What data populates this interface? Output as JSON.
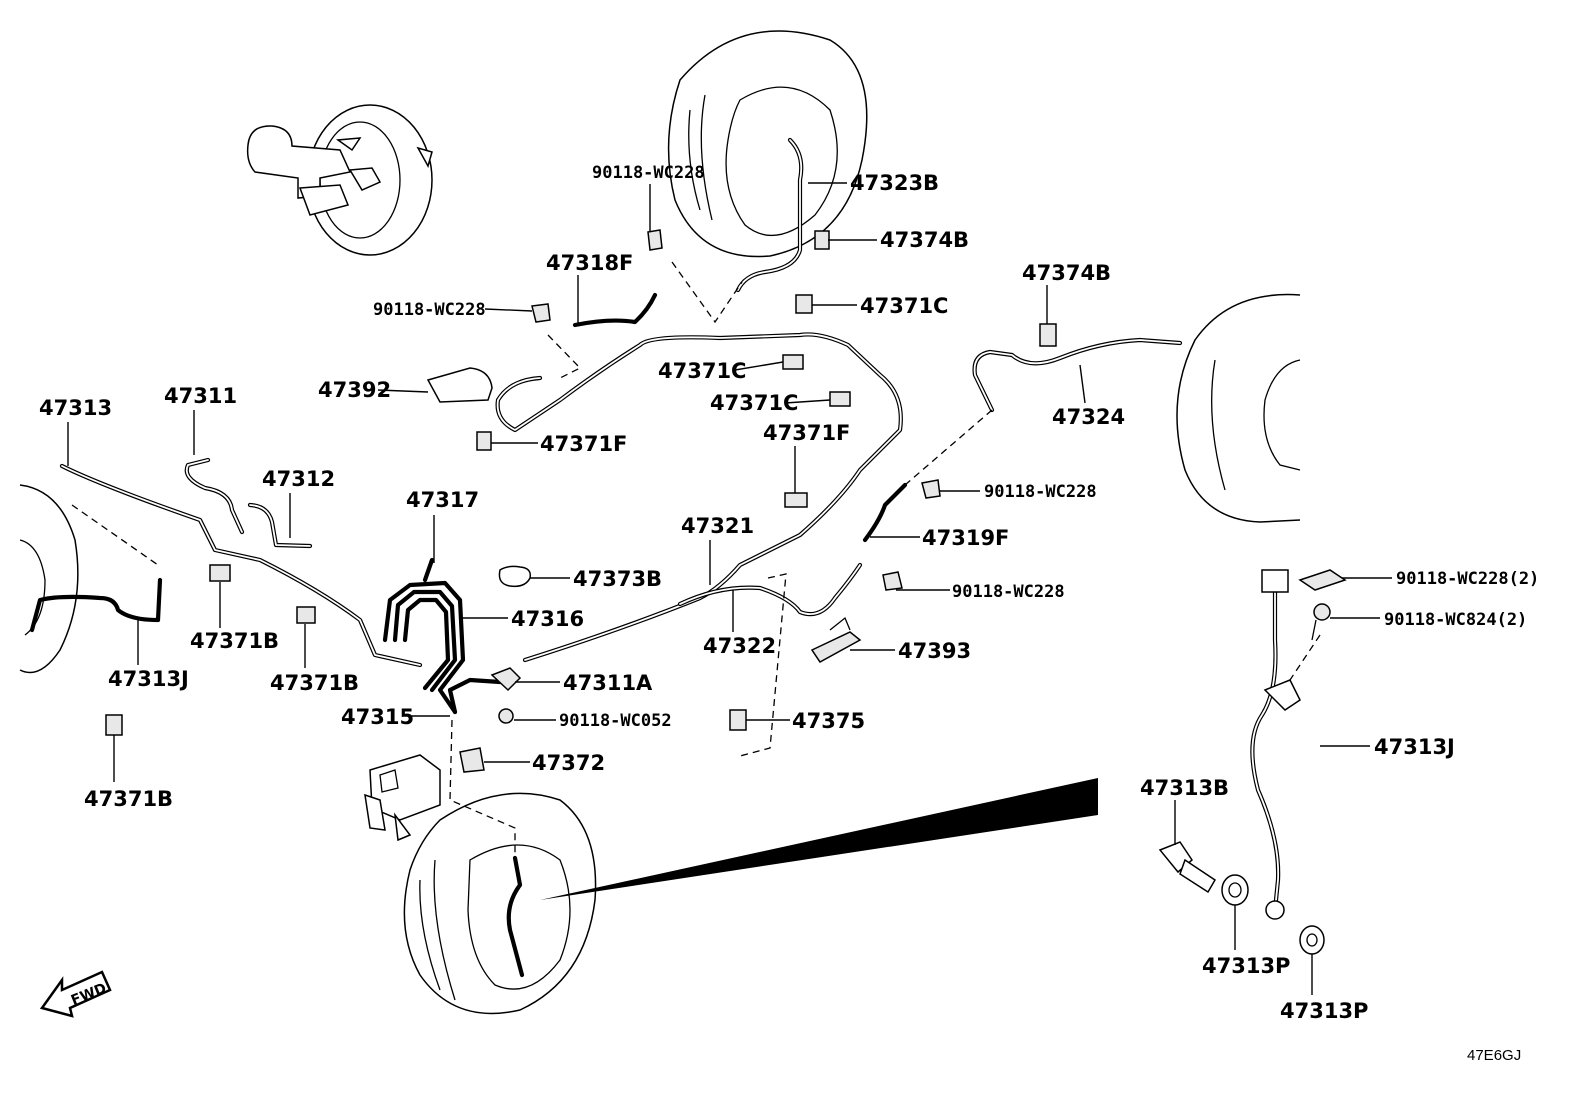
{
  "labels": {
    "l_90118_wc228_top": "90118-WC228",
    "l_47323b": "47323B",
    "l_47374b_top": "47374B",
    "l_47318f": "47318F",
    "l_90118_wc228_left": "90118-WC228",
    "l_47371c_top": "47371C",
    "l_47374b_right": "47374B",
    "l_47392": "47392",
    "l_47371c_mid": "47371C",
    "l_47324": "47324",
    "l_47371c_low": "47371C",
    "l_47313": "47313",
    "l_47311": "47311",
    "l_47371f_left": "47371F",
    "l_47371f_mid": "47371F",
    "l_47312": "47312",
    "l_90118_wc228_right": "90118-WC228",
    "l_47317": "47317",
    "l_47321": "47321",
    "l_47319f": "47319F",
    "l_47373b": "47373B",
    "l_90118_wc228_mid": "90118-WC228",
    "l_90118_wc228_2": "90118-WC228(2)",
    "l_47316": "47316",
    "l_47371b_a": "47371B",
    "l_47322": "47322",
    "l_90118_wc824_2": "90118-WC824(2)",
    "l_47393": "47393",
    "l_47313j_left": "47313J",
    "l_47371b_b": "47371B",
    "l_47311a": "47311A",
    "l_47315": "47315",
    "l_90118_wc052": "90118-WC052",
    "l_47375": "47375",
    "l_47313j_right": "47313J",
    "l_47372": "47372",
    "l_47313b": "47313B",
    "l_47371b_c": "47371B",
    "l_47313p_a": "47313P",
    "l_47313p_b": "47313P",
    "fwd": "FWD",
    "drawing_code": "47E6GJ"
  }
}
